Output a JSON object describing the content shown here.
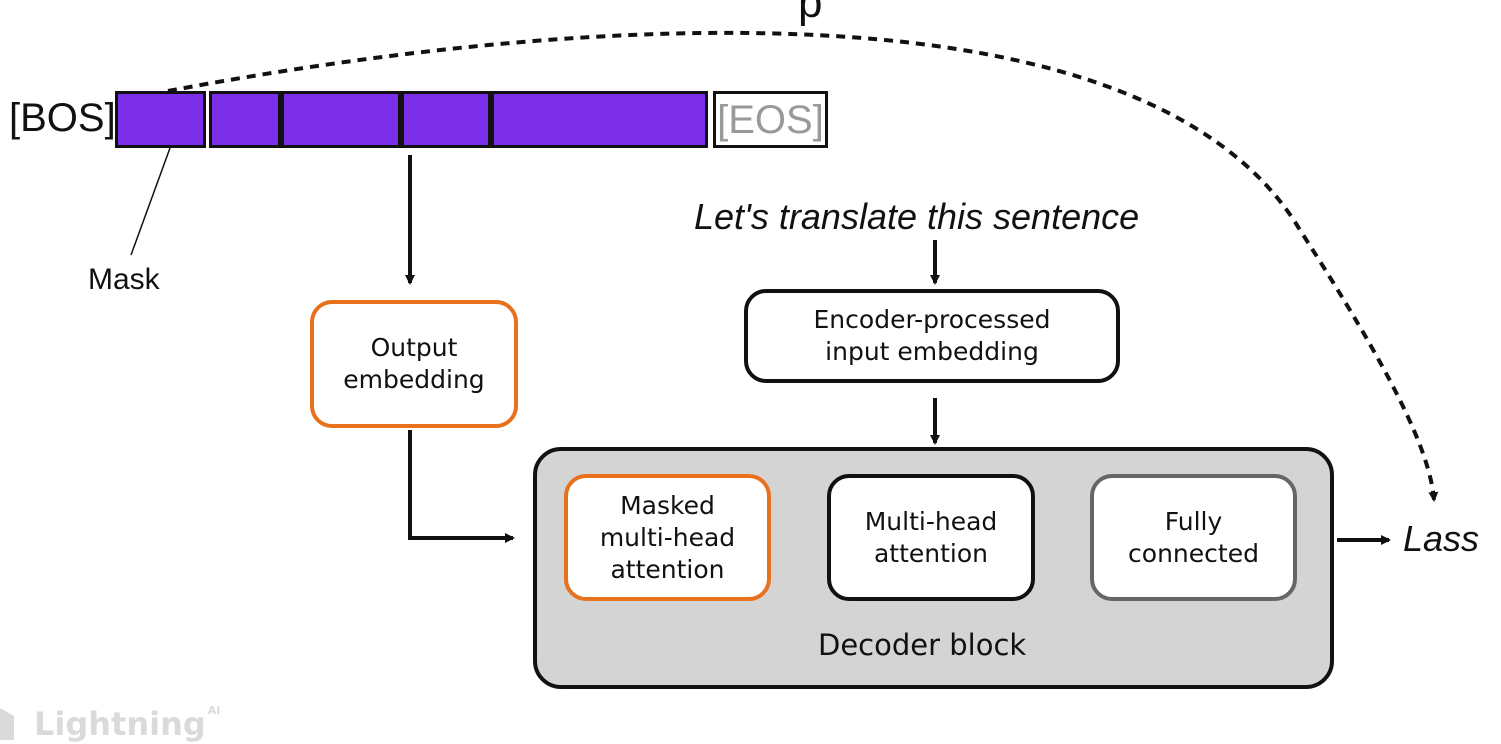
{
  "header": {
    "title_fragment": "p"
  },
  "sequence": {
    "bos_label": "[BOS]",
    "eos_label": "[EOS]",
    "token_color": "#7b2fe8",
    "token_count": 5
  },
  "mask_label": "Mask",
  "input_sentence": "Let's translate this sentence",
  "output_embedding": {
    "label": "Output\nembedding",
    "border_color": "#e8711d"
  },
  "encoder_embedding": {
    "label": "Encoder-processed\ninput embedding"
  },
  "decoder_block": {
    "label": "Decoder block",
    "background": "#d4d4d4",
    "masked_attention": {
      "label": "Masked\nmulti-head\nattention",
      "border_color": "#e8711d"
    },
    "attention": {
      "label": "Multi-head\nattention"
    },
    "fully_connected": {
      "label": "Fully\nconnected",
      "border_color": "#666666"
    }
  },
  "loss_label": "Lass",
  "watermark": {
    "brand": "Lightning",
    "superscript": "AI"
  }
}
